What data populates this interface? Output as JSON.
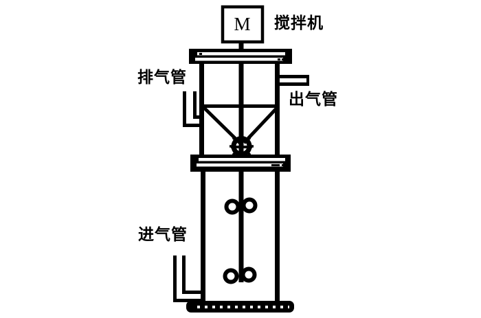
{
  "diagram": {
    "title_implicit": "stirred gas absorption column diagram",
    "motor_label": "M",
    "labels": {
      "mixer": "搅拌机",
      "exhaust_pipe": "排气管",
      "outlet_pipe": "出气管",
      "inlet_pipe": "进气管"
    },
    "colors": {
      "ink": "#000000",
      "background": "#ffffff"
    }
  }
}
